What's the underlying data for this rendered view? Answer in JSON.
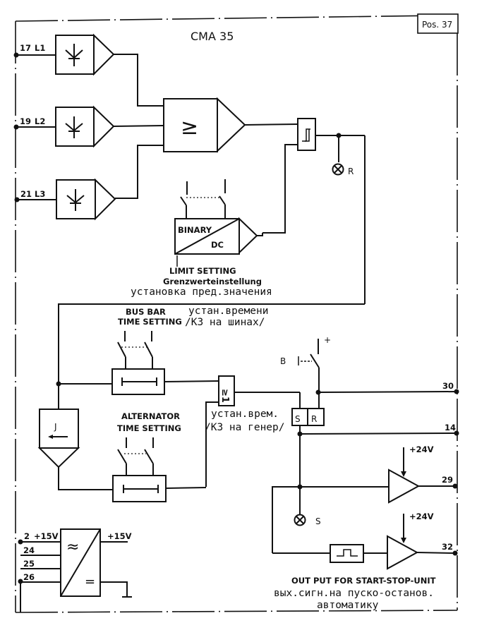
{
  "title": "CMA 35",
  "position_tag": "Pos. 37",
  "inputs": [
    {
      "terminal": "17",
      "phase": "L1"
    },
    {
      "terminal": "19",
      "phase": "L2"
    },
    {
      "terminal": "21",
      "phase": "L3"
    }
  ],
  "comparator_symbol": "≥",
  "trigger_symbol": "⎍",
  "indicator_r": "R",
  "indicator_s": "S",
  "limit_setting": {
    "binary_label": "BINARY",
    "dc_label": "DC",
    "label_en": "LIMIT SETTING",
    "label_de": "Grenzwerteinstellung",
    "label_ru": "установка пред.значения"
  },
  "bus_bar": {
    "label_line1": "BUS BAR",
    "label_line2": "TIME SETTING",
    "label_ru_line1": "устан.времени",
    "label_ru_line2": "/КЗ на шинах/"
  },
  "alternator": {
    "label_line1": "ALTERNATOR",
    "label_line2": "TIME SETTING",
    "label_ru_line1": "устан.врем.",
    "label_ru_line2": "/КЗ на генер/"
  },
  "or_gate_symbol": "≥1",
  "current_block_symbol": "J",
  "flipflop": {
    "set": "S",
    "reset": "R"
  },
  "switch_b": {
    "label": "B",
    "plus": "+"
  },
  "outputs": [
    {
      "terminal": "30"
    },
    {
      "terminal": "14"
    },
    {
      "terminal": "29",
      "supply": "+24V"
    },
    {
      "terminal": "32",
      "supply": "+24V"
    }
  ],
  "power_supply": {
    "inputs": [
      {
        "terminal": "2",
        "label": "+15V"
      },
      {
        "terminal": "24",
        "label": ""
      },
      {
        "terminal": "25",
        "label": ""
      },
      {
        "terminal": "26",
        "label": ""
      }
    ],
    "ac_symbol": "≈",
    "dc_symbol": "=",
    "output_label": "+15V"
  },
  "output_note": {
    "en": "OUT PUT FOR START-STOP-UNIT",
    "ru_line1": "вых.сигн.на пуско-останов.",
    "ru_line2": "автоматику"
  }
}
